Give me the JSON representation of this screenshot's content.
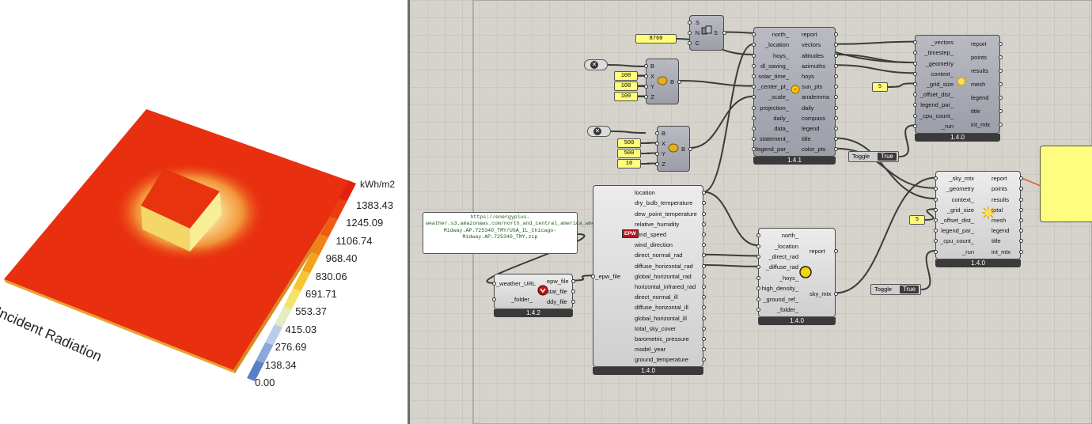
{
  "viewport": {
    "title": "Incident Radiation",
    "legend": {
      "unit": "kWh/m2",
      "values": [
        "1383.43",
        "1245.09",
        "1106.74",
        "968.40",
        "830.06",
        "691.71",
        "553.37",
        "415.03",
        "276.69",
        "138.34",
        "0.00"
      ],
      "colors": [
        "#e3210f",
        "#ea3c12",
        "#ee5c14",
        "#f08217",
        "#f2a21b",
        "#f5c632",
        "#f3e36a",
        "#e5ecc2",
        "#b9cde8",
        "#8aa9da",
        "#5a7fc4"
      ]
    }
  },
  "canvas": {
    "panels": {
      "n8760": "8760",
      "x100": "100",
      "y100": "100",
      "z100": "100",
      "x500": "500",
      "y500": "500",
      "z10": "10",
      "grid5a": "5",
      "grid5b": "5",
      "url": "https://energyplus-weather.s3.amazonaws.com/north_and_central_america_wmo_region_4/USA/IL/USA_IL_Chicago-Midway.AP.725340_TMY/USA_IL_Chicago-Midway.AP.725340_TMY.zip"
    },
    "toggles": {
      "t1": {
        "label": "Toggle",
        "value": "True"
      },
      "t2": {
        "label": "Toggle",
        "value": "True"
      }
    },
    "merge": {
      "inputs": [
        "S",
        "N",
        "C"
      ],
      "outputs": [
        "S"
      ]
    },
    "pt1": {
      "inputs": [
        "B",
        "X",
        "Y",
        "Z"
      ],
      "outputs": [
        "B"
      ]
    },
    "pt2": {
      "inputs": [
        "B",
        "X",
        "Y",
        "Z"
      ],
      "outputs": [
        "B"
      ]
    },
    "sunpath": {
      "inputs": [
        "north_",
        "_location",
        "hoys_",
        "dl_saving_",
        "solar_time_",
        "_center_pt_",
        "_scale_",
        "projection_",
        "daily_",
        "data_",
        "statement_",
        "legend_par_"
      ],
      "outputs": [
        "report",
        "vectors",
        "altitudes",
        "azimuths",
        "hoys",
        "sun_pts",
        "analemma",
        "daily",
        "compass",
        "legend",
        "title",
        "color_pts"
      ],
      "version": "1.4.1"
    },
    "radstudy1": {
      "inputs": [
        "_vectors",
        "_timestep_",
        "_geometry",
        "context_",
        "_grid_size",
        "_offset_dist_",
        "legend_par_",
        "_cpu_count_",
        "_run"
      ],
      "outputs": [
        "report",
        "points",
        "results",
        "mesh",
        "legend",
        "title",
        "int_mtx"
      ],
      "version": "1.4.0"
    },
    "epw": {
      "inputs": [
        "_epw_file"
      ],
      "outputs": [
        "location",
        "dry_bulb_temperature",
        "dew_point_temperature",
        "relative_humidity",
        "wind_speed",
        "wind_direction",
        "direct_normal_rad",
        "diffuse_horizontal_rad",
        "global_horizontal_rad",
        "horizontal_infrared_rad",
        "direct_normal_ill",
        "diffuse_horizontal_ill",
        "global_horizontal_ill",
        "total_sky_cover",
        "barometric_pressure",
        "model_year",
        "ground_temperature"
      ],
      "version": "1.4.0",
      "badge": "EPW"
    },
    "download": {
      "inputs": [
        "_weather_URL",
        "_folder_"
      ],
      "outputs": [
        "epw_file",
        "stat_file",
        "ddy_file"
      ],
      "version": "1.4.2"
    },
    "skymtx": {
      "inputs": [
        "north_",
        "_location",
        "_direct_rad",
        "_diffuse_rad",
        "_hoys_",
        "high_density_",
        "_ground_ref_",
        "_folder_"
      ],
      "outputs": [
        "report",
        "sky_mtx"
      ],
      "version": "1.4.0"
    },
    "radstudy2": {
      "inputs": [
        "_sky_mtx",
        "_geometry",
        "context_",
        "_grid_size",
        "_offset_dist_",
        "legend_par_",
        "_cpu_count_",
        "_run"
      ],
      "outputs": [
        "report",
        "points",
        "results",
        "total",
        "mesh",
        "legend",
        "title",
        "int_mtx"
      ],
      "version": "1.4.0"
    }
  }
}
